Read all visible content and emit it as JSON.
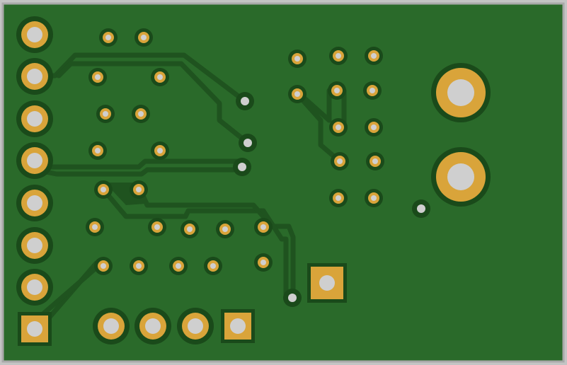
{
  "colors": {
    "frame": "#c4c4c4",
    "board_edge": "#a9a9a9",
    "soldermask": "#2a6a2a",
    "trace": "#1f531f",
    "clearance": "#1a4a1a",
    "copper_pad": "#d9a43a",
    "drill_hole": "#cfcfcf"
  },
  "components": {
    "edge_header_pins": 8,
    "bottom_header_pins": 5,
    "mounting_pads": 2,
    "square_pads": 4
  }
}
